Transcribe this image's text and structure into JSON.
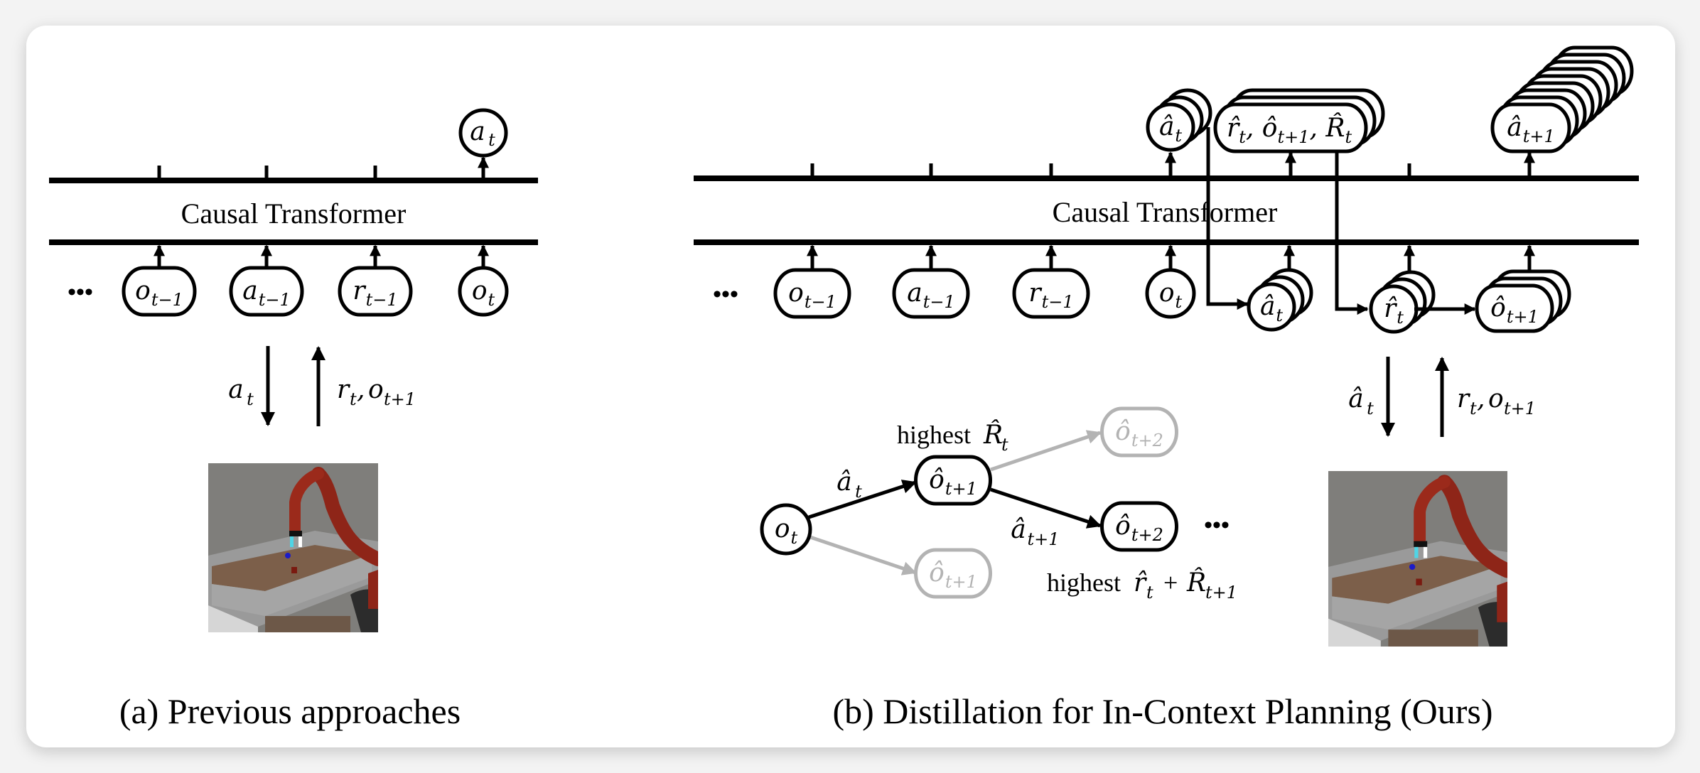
{
  "panel_a": {
    "caption": "(a) Previous approaches",
    "transformer_label": "Causal Transformer",
    "ellipsis": "•••",
    "inputs": [
      {
        "base": "o",
        "sub": "t−1"
      },
      {
        "base": "a",
        "sub": "t−1"
      },
      {
        "base": "r",
        "sub": "t−1"
      },
      {
        "base": "o",
        "sub": "t"
      }
    ],
    "output": {
      "base": "a",
      "sub": "t"
    },
    "env_down_label": {
      "base": "a",
      "sub": "t"
    },
    "env_up_label": {
      "base": "r",
      "sub": "t",
      "sep": ", ",
      "base2": "o",
      "sub2": "t+1"
    },
    "env_image": "robot-arm-tabletop-scene"
  },
  "panel_b": {
    "caption": "(b) Distillation for In-Context Planning (Ours)",
    "transformer_label": "Causal Transformer",
    "ellipsis": "•••",
    "inputs": [
      {
        "base": "o",
        "sub": "t−1"
      },
      {
        "base": "a",
        "sub": "t−1"
      },
      {
        "base": "r",
        "sub": "t−1"
      },
      {
        "base": "o",
        "sub": "t"
      }
    ],
    "outputs": {
      "action_hat": {
        "base": "â",
        "sub": "t"
      },
      "model_hat": {
        "text": "r̂",
        "sub1": "t",
        "sep": ", ",
        "o": "ô",
        "sub2": "t+1",
        "sep2": ", ",
        "R": "R̂",
        "sub3": "t"
      },
      "next_action_hat": {
        "base": "â",
        "sub": "t+1"
      }
    },
    "rollout_inputs": [
      {
        "base": "â",
        "sub": "t"
      },
      {
        "base": "r̂",
        "sub": "t"
      },
      {
        "base": "ô",
        "sub": "t+1"
      }
    ],
    "env_down_label": {
      "base": "â",
      "sub": "t"
    },
    "env_up_label": {
      "base": "r",
      "sub": "t",
      "sep": ", ",
      "base2": "o",
      "sub2": "t+1"
    },
    "env_image": "robot-arm-tabletop-scene",
    "tree": {
      "root": {
        "base": "o",
        "sub": "t"
      },
      "edge1_label": {
        "base": "â",
        "sub": "t"
      },
      "edge2_label": {
        "base": "â",
        "sub": "t+1"
      },
      "node_selected_1": {
        "base": "ô",
        "sub": "t+1"
      },
      "node_rejected_1": {
        "base": "ô",
        "sub": "t+1"
      },
      "node_selected_2": {
        "base": "ô",
        "sub": "t+2"
      },
      "node_rejected_2": {
        "base": "ô",
        "sub": "t+2"
      },
      "annotation_1": {
        "prefix": "highest ",
        "base": "R̂",
        "sub": "t"
      },
      "annotation_2": {
        "prefix": "highest ",
        "base": "r̂",
        "sub": "t",
        "plus": " + ",
        "base2": "R̂",
        "sub2": "t+1"
      },
      "ellipsis": "•••"
    }
  },
  "colors": {
    "ink": "#000000",
    "rejected": "#b3b3b3",
    "card": "#ffffff",
    "backdrop": "#f3f3f3"
  }
}
